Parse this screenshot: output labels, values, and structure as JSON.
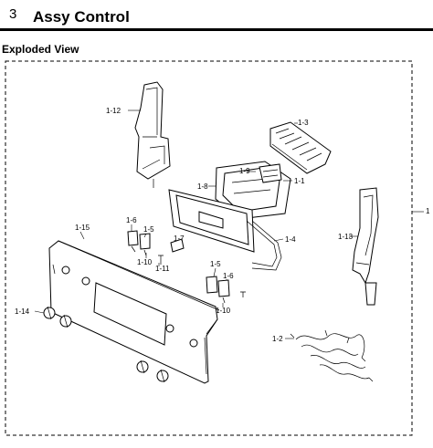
{
  "header": {
    "section_number": "3",
    "title": "Assy Control"
  },
  "view_title": "Exploded View",
  "labels": {
    "p1": "1",
    "p1_1": "1-1",
    "p1_2": "1-2",
    "p1_3": "1-3",
    "p1_4": "1-4",
    "p1_5a": "1-5",
    "p1_5b": "1-5",
    "p1_6a": "1-6",
    "p1_6b": "1-6",
    "p1_7": "1-7",
    "p1_8": "1-8",
    "p1_9": "1-9",
    "p1_10a": "1-10",
    "p1_10b": "1-10",
    "p1_11": "1-11",
    "p1_12": "1-12",
    "p1_13": "1-13",
    "p1_14": "1-14",
    "p1_15": "1-15"
  }
}
